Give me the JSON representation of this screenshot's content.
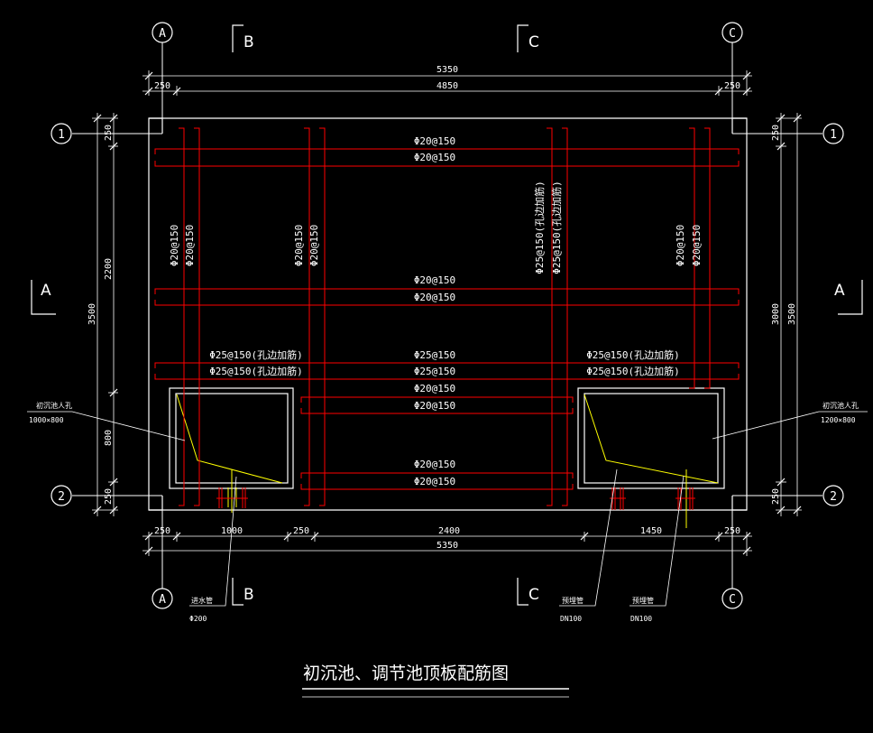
{
  "title": "初沉池、调节池顶板配筋图",
  "axis_grid": {
    "A": "A",
    "C": "C",
    "one": "1",
    "two": "2"
  },
  "section_marks": {
    "A": "A",
    "B": "B",
    "C": "C"
  },
  "dimensions": {
    "top_total": "5350",
    "top_left": "250",
    "top_mid": "4850",
    "top_right": "250",
    "bottom_d1": "250",
    "bottom_d2": "1000",
    "bottom_d3": "250",
    "bottom_d4": "2400",
    "bottom_d5": "1450",
    "bottom_d6": "250",
    "bottom_total": "5350",
    "left_top": "250",
    "left_mid": "2200",
    "left_low": "800",
    "left_bot": "250",
    "left_total": "3500",
    "right_top": "250",
    "right_mid": "3000",
    "right_bot": "250",
    "right_total": "3500"
  },
  "rebar": {
    "h1_top": "Φ20@150",
    "h1_bot": "Φ20@150",
    "h2_top": "Φ20@150",
    "h2_bot": "Φ20@150",
    "h3l_top": "Φ25@150(孔边加筋)",
    "h3l_bot": "Φ25@150(孔边加筋)",
    "h3m_top": "Φ25@150",
    "h3m_bot": "Φ25@150",
    "h3r_top": "Φ25@150(孔边加筋)",
    "h3r_bot": "Φ25@150(孔边加筋)",
    "h4_top": "Φ20@150",
    "h4_bot": "Φ20@150",
    "h5_top": "Φ20@150",
    "h5_bot": "Φ20@150",
    "v1": "Φ20@150",
    "v2": "Φ20@150",
    "v3": "Φ25@150(孔边加筋)",
    "v4": "Φ20@150"
  },
  "notes": {
    "left_hole": "初沉池人孔",
    "left_hole_size": "1000×800",
    "right_hole": "初沉池人孔",
    "right_hole_size": "1200×800",
    "pipe1": "进水管",
    "pipe1_size": "Φ200",
    "pipe2": "预埋管",
    "pipe2_size": "DN100",
    "pipe3": "预埋管",
    "pipe3_size": "DN100"
  },
  "colors": {
    "background": "#000000",
    "outline": "#ffffff",
    "rebar": "#ff0000",
    "pipe": "#ffff00"
  }
}
